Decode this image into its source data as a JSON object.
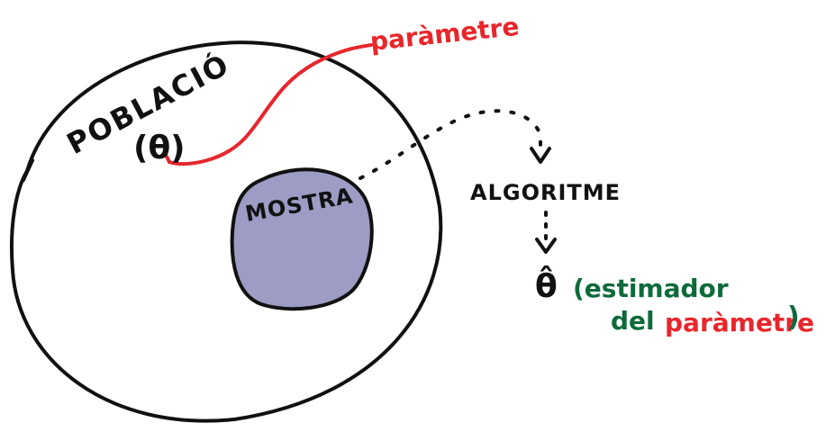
{
  "labels": {
    "population": "POBLACIÓ",
    "theta": "(θ)",
    "sample": "MOSTRA",
    "algorithm": "ALGORITME",
    "theta_hat": "θ̂",
    "parameter_top": "paràmetre",
    "estimator_open": "(estimador",
    "estimator_del": "del",
    "estimator_param": "paràmetre",
    "estimator_close": ")"
  },
  "colors": {
    "ink": "#111111",
    "red": "#e8262b",
    "green": "#0d6b3a",
    "sample_fill": "#9c9cc4",
    "background": "#ffffff"
  }
}
